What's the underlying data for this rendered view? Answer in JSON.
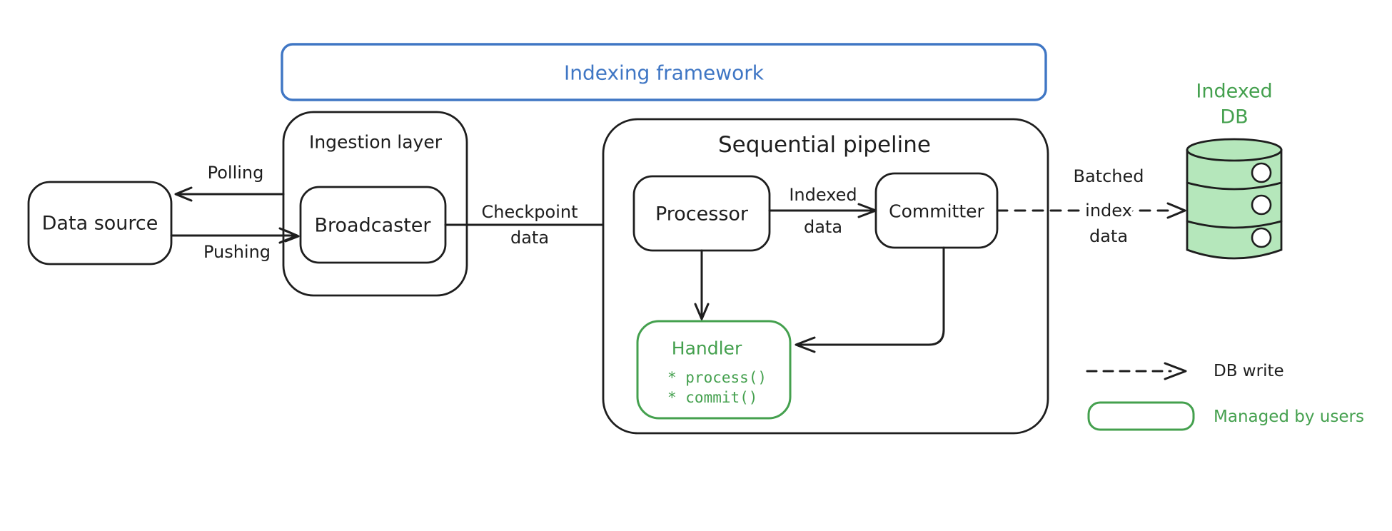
{
  "frame": {
    "title": "Indexing framework"
  },
  "nodes": {
    "data_source": {
      "label": "Data source"
    },
    "ingestion_layer": {
      "label": "Ingestion layer"
    },
    "broadcaster": {
      "label": "Broadcaster"
    },
    "sequential_pipeline": {
      "label": "Sequential pipeline"
    },
    "processor": {
      "label": "Processor"
    },
    "committer": {
      "label": "Committer"
    },
    "handler": {
      "label": "Handler",
      "methods": [
        "* process()",
        "* commit()"
      ]
    },
    "indexed_db": {
      "label_lines": [
        "Indexed",
        "DB"
      ]
    }
  },
  "edges": {
    "polling": {
      "label": "Polling"
    },
    "pushing": {
      "label": "Pushing"
    },
    "checkpoint": {
      "label_lines": [
        "Checkpoint",
        "data"
      ]
    },
    "indexed_data": {
      "label_lines": [
        "Indexed",
        "data"
      ]
    },
    "batched_index": {
      "label_lines": [
        "Batched",
        "index",
        "data"
      ]
    }
  },
  "legend": {
    "db_write": {
      "label": "DB write"
    },
    "managed_by_users": {
      "label": "Managed by users"
    }
  },
  "colors": {
    "ink": "#1e1e1e",
    "accent_blue": "#3f76c4",
    "accent_green": "#44a04e",
    "db_fill": "#b5e7bb"
  }
}
